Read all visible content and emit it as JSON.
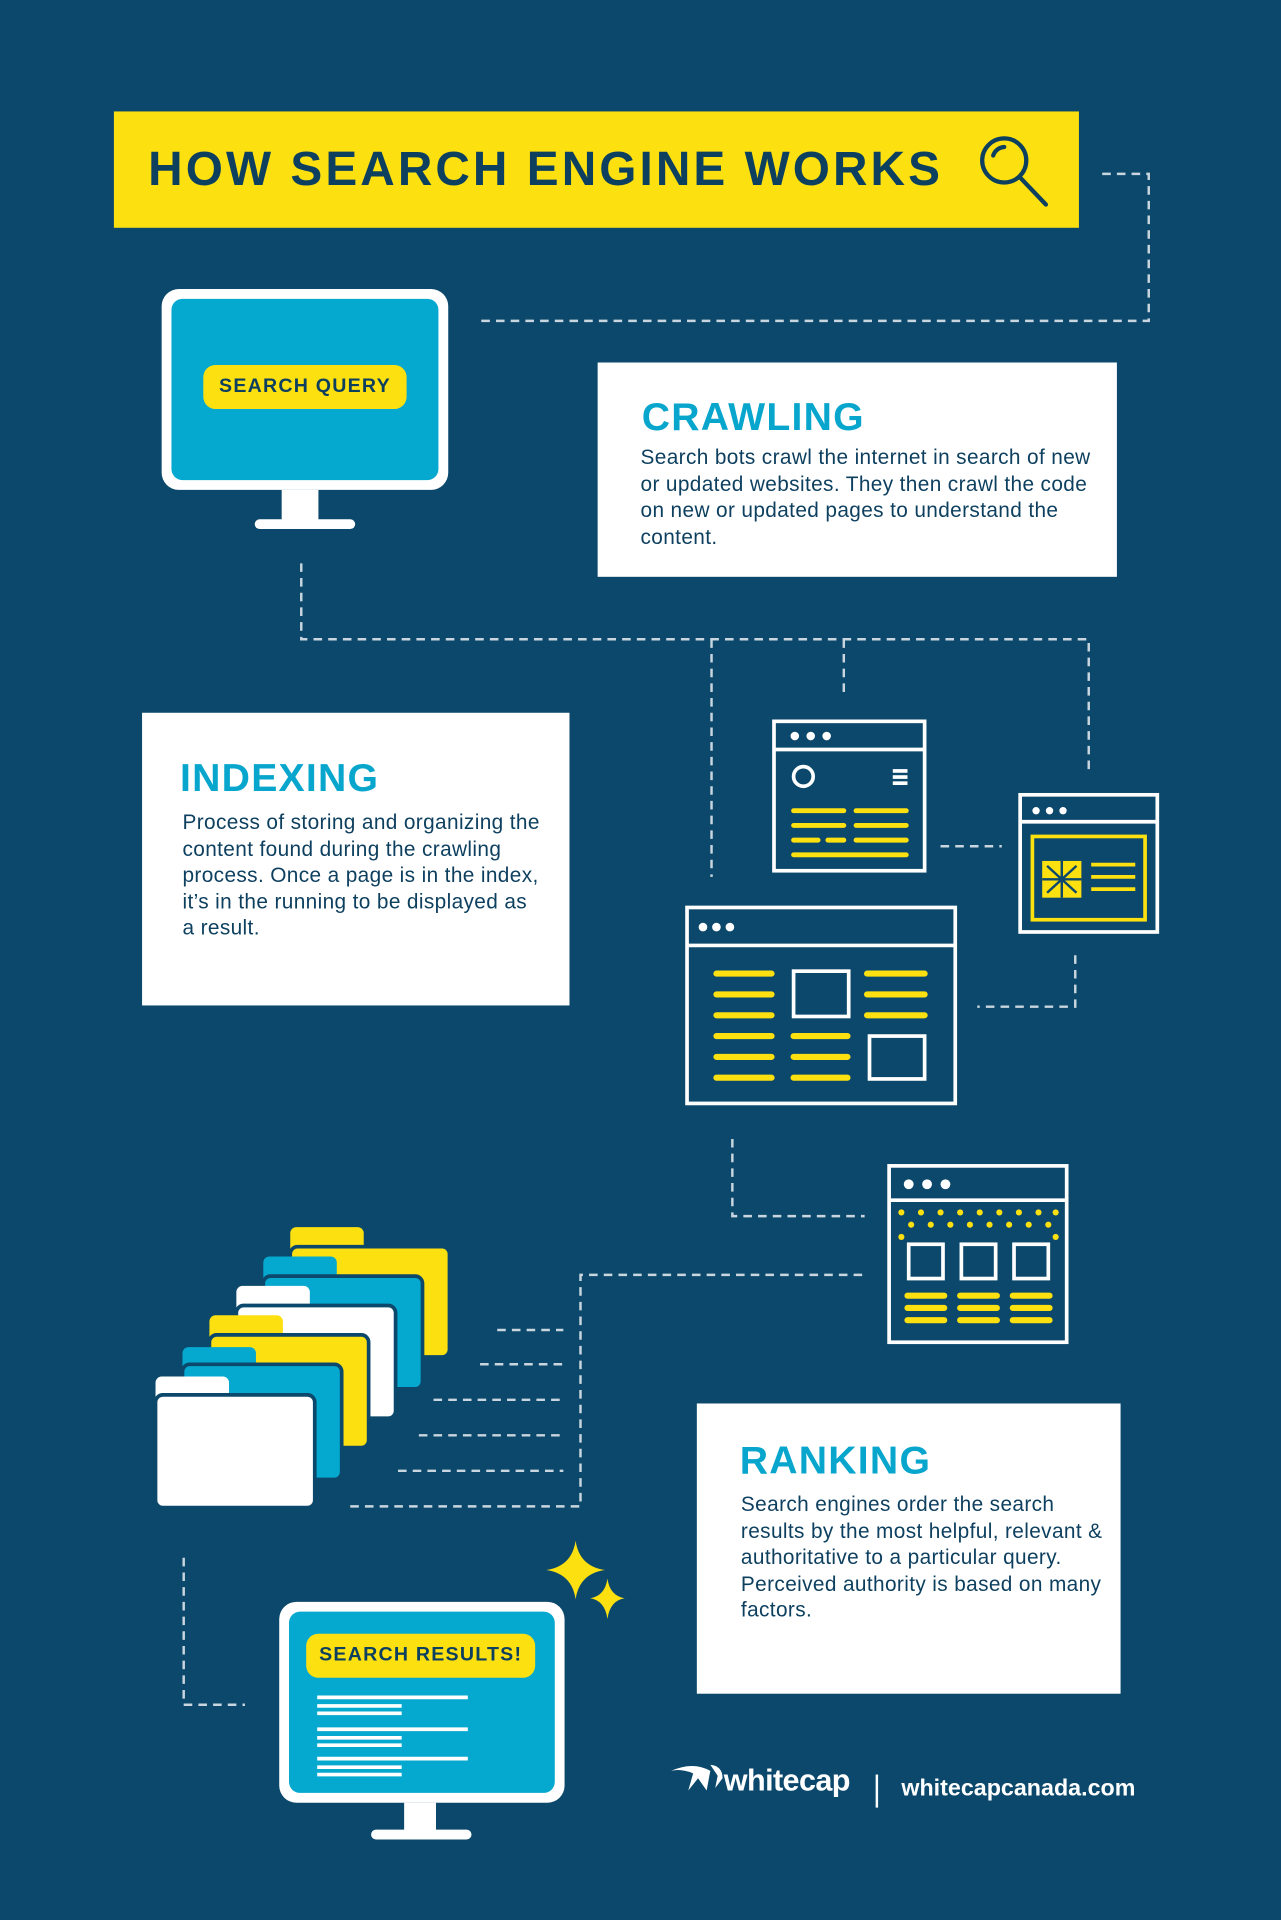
{
  "header": {
    "title": "HOW SEARCH ENGINE WORKS",
    "icon": "magnifier-icon"
  },
  "query_monitor": {
    "label": "SEARCH QUERY"
  },
  "crawling": {
    "title": "CRAWLING",
    "body": "Search bots crawl the internet in search of new or updated websites. They then crawl the code on new or updated pages to understand the content."
  },
  "indexing": {
    "title": "INDEXING",
    "body": "Process of storing and organizing the content found during the crawling process. Once a page is in the index, it’s in the running to be displayed as a result."
  },
  "ranking": {
    "title": "RANKING",
    "body": "Search engines order the search results by the most helpful, relevant & authoritative to a particular query. Perceived authority is based on many factors."
  },
  "results_monitor": {
    "label": "SEARCH RESULTS!"
  },
  "footer": {
    "brand": "whitecap",
    "url": "whitecapcanada.com"
  },
  "colors": {
    "background": "#0b486b",
    "yellow": "#fde010",
    "cyan": "#08a6cd",
    "navy": "#0d3f5f",
    "white": "#ffffff"
  }
}
